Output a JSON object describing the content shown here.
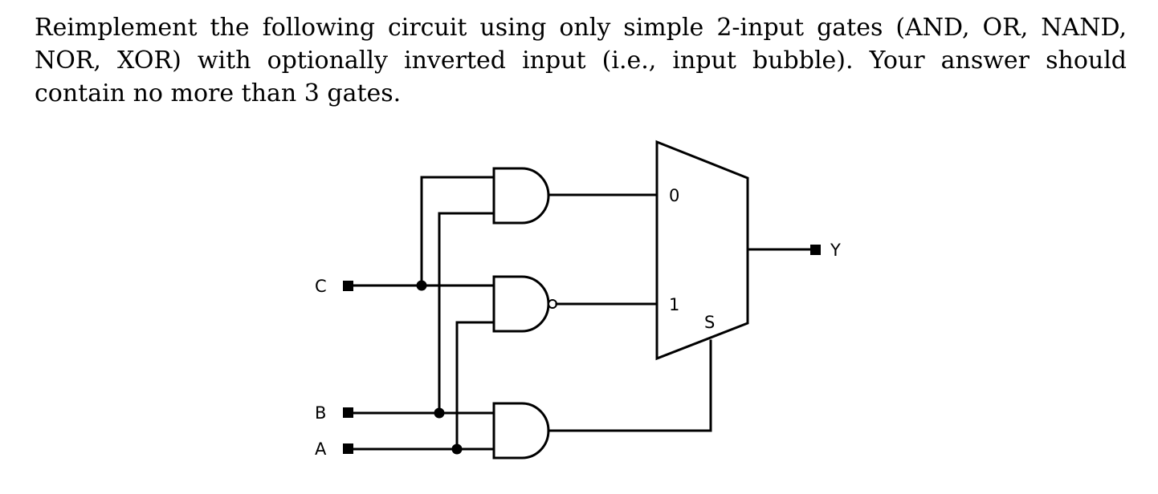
{
  "question": {
    "text": "Reimplement the following circuit using only simple 2-input gates (AND, OR, NAND, NOR, XOR) with optionally inverted input (i.e., input bubble). Your answer should contain no more than 3 gates."
  },
  "circuit": {
    "inputs": {
      "c": "C",
      "b": "B",
      "a": "A"
    },
    "output": "Y",
    "mux": {
      "in0": "0",
      "in1": "1",
      "select": "S"
    },
    "gates": [
      {
        "id": "g1",
        "type": "AND",
        "inputs": [
          "C",
          "B"
        ],
        "feeds": "mux input 0"
      },
      {
        "id": "g2",
        "type": "NAND",
        "inputs": [
          "C",
          "A"
        ],
        "feeds": "mux input 1"
      },
      {
        "id": "g3",
        "type": "AND",
        "inputs": [
          "B",
          "A"
        ],
        "feeds": "mux select S"
      }
    ]
  }
}
